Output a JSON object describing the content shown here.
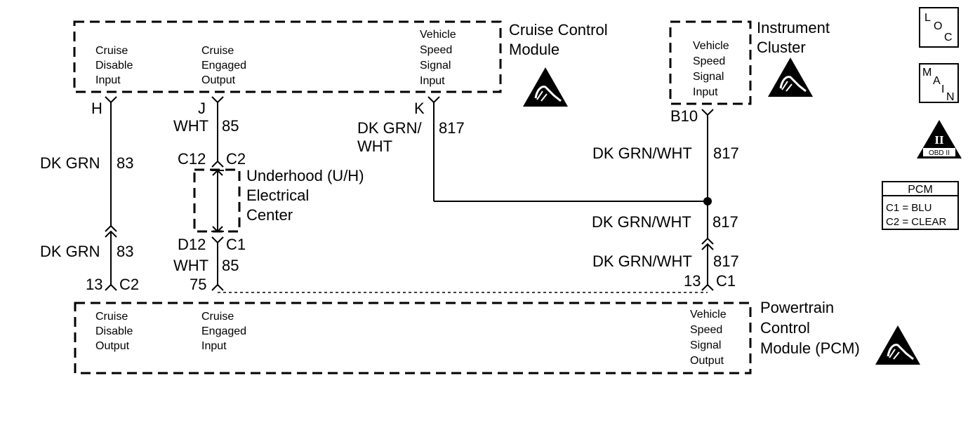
{
  "cruise_module": {
    "title_line1": "Cruise Control",
    "title_line2": "Module",
    "pin_disable": [
      "Cruise",
      "Disable",
      "Input"
    ],
    "pin_engaged": [
      "Cruise",
      "Engaged",
      "Output"
    ],
    "pin_vss": [
      "Vehicle",
      "Speed",
      "Signal",
      "Input"
    ]
  },
  "cluster": {
    "title_line1": "Instrument",
    "title_line2": "Cluster",
    "pin_vss": [
      "Vehicle",
      "Speed",
      "Signal",
      "Input"
    ]
  },
  "pcm": {
    "title_line1": "Powertrain",
    "title_line2": "Control",
    "title_line3": "Module (PCM)",
    "pin_disable": [
      "Cruise",
      "Disable",
      "Output"
    ],
    "pin_engaged": [
      "Cruise",
      "Engaged",
      "Input"
    ],
    "pin_vss": [
      "Vehicle",
      "Speed",
      "Signal",
      "Output"
    ]
  },
  "underhood": {
    "title_line1": "Underhood (U/H)",
    "title_line2": "Electrical",
    "title_line3": "Center"
  },
  "connectors": {
    "h": "H",
    "j": "J",
    "k": "K",
    "b10": "B10",
    "c12": "C12",
    "c2_top": "C2",
    "d12": "D12",
    "c1_mid": "C1",
    "pin13_left": "13",
    "c2_left": "C2",
    "pin75": "75",
    "pin13_right": "13",
    "c1_right": "C1"
  },
  "wires": {
    "dkgrn": "DK GRN",
    "c83": "83",
    "wht": "WHT",
    "c85": "85",
    "dkgrnwht_split1": "DK GRN/",
    "dkgrnwht_split2": "WHT",
    "c817": "817",
    "dkgrnwht": "DK GRN/WHT"
  },
  "legend": {
    "loc": [
      "L",
      "O",
      "C"
    ],
    "main": [
      "M",
      "A",
      "I",
      "N"
    ],
    "obd_numeral": "II",
    "obd_label": "OBD II",
    "pcm_title": "PCM",
    "pcm_c1": "C1 = BLU",
    "pcm_c2": "C2 = CLEAR"
  }
}
